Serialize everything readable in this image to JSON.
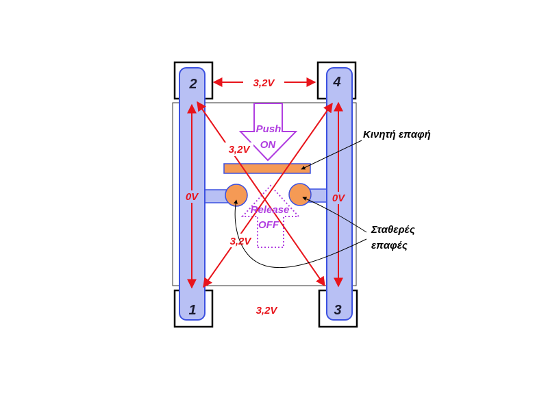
{
  "terminals": {
    "t1": "1",
    "t2": "2",
    "t3": "3",
    "t4": "4"
  },
  "voltages": {
    "top": "3,2V",
    "cross_upper": "3,2V",
    "cross_lower": "3,2V",
    "bottom": "3,2V",
    "left": "0V",
    "right": "0V"
  },
  "push_arrow": {
    "line1": "Push",
    "line2": "ON"
  },
  "release_arrow": {
    "line1": "Release",
    "line2": "OFF"
  },
  "annotations": {
    "moving_contact": "Κινητή επαφή",
    "fixed_contacts_line1": "Σταθερές",
    "fixed_contacts_line2": "επαφές"
  },
  "colors": {
    "rail_fill": "#b8c0f4",
    "rail_stroke": "#3b50e0",
    "contact_fill": "#f59a55",
    "voltage_red": "#e8141b",
    "arrow_purple": "#b03de0"
  }
}
